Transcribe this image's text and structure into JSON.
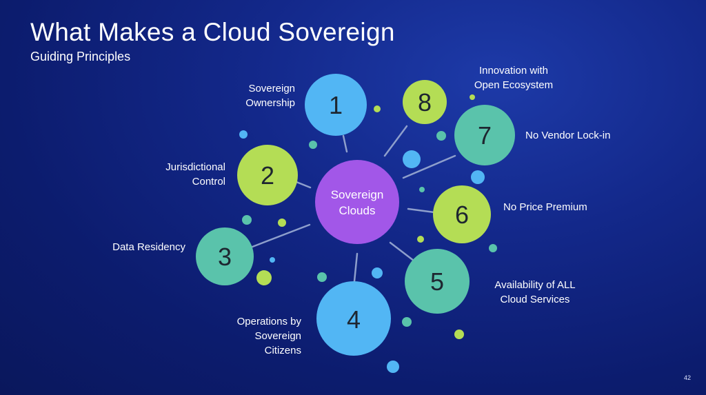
{
  "slide": {
    "title": "What Makes a Cloud Sovereign",
    "subtitle": "Guiding Principles",
    "page_number": "42"
  },
  "colors": {
    "blue": "#52b6f4",
    "lime": "#b4dd55",
    "teal": "#5ac3ab",
    "purple": "#a257e8",
    "line": "#8e9fcc"
  },
  "hub": {
    "line1": "Sovereign",
    "line2": "Clouds"
  },
  "principles": [
    {
      "number": "1",
      "label": "Sovereign\nOwnership",
      "color": "blue"
    },
    {
      "number": "2",
      "label": "Jurisdictional\nControl",
      "color": "lime"
    },
    {
      "number": "3",
      "label": "Data Residency",
      "color": "teal"
    },
    {
      "number": "4",
      "label": "Operations by\nSovereign\nCitizens",
      "color": "blue"
    },
    {
      "number": "5",
      "label": "Availability of ALL\nCloud Services",
      "color": "teal"
    },
    {
      "number": "6",
      "label": "No Price Premium",
      "color": "lime"
    },
    {
      "number": "7",
      "label": "No Vendor Lock-in",
      "color": "teal"
    },
    {
      "number": "8",
      "label": "Innovation with\nOpen Ecosystem",
      "color": "lime"
    }
  ]
}
